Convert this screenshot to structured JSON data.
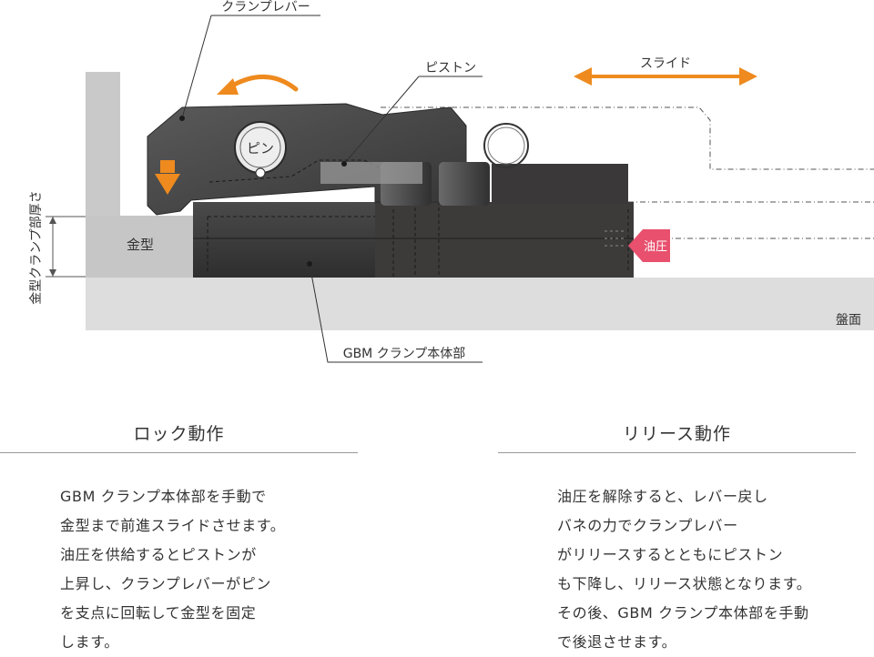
{
  "diagram": {
    "labels": {
      "clamp_lever": "クランプレバー",
      "piston": "ピストン",
      "slide": "スライド",
      "pin": "ピン",
      "die": "金型",
      "oil_pressure": "油圧",
      "die_clamp_thickness": "金型クランプ部厚さ",
      "bolster": "盤面",
      "gbm_body": "GBM クランプ本体部"
    },
    "colors": {
      "accent_orange": "#ee8a1e",
      "oil_pink": "#e8506e",
      "body_dark": "#3a3a3a",
      "die_gray": "#c6c6c6",
      "bolster_gray": "#dddddd"
    }
  },
  "lock": {
    "title": "ロック動作",
    "text": "GBM クランプ本体部を手動で\n金型まで前進スライドさせます。\n油圧を供給するとピストンが\n上昇し、クランプレバーがピン\nを支点に回転して金型を固定\nします。"
  },
  "release": {
    "title": "リリース動作",
    "text": "油圧を解除すると、レバー戻し\nバネの力でクランプレバー\nがリリースするとともにピストン\nも下降し、リリース状態となります。\nその後、GBM クランプ本体部を手動\nで後退させます。"
  }
}
